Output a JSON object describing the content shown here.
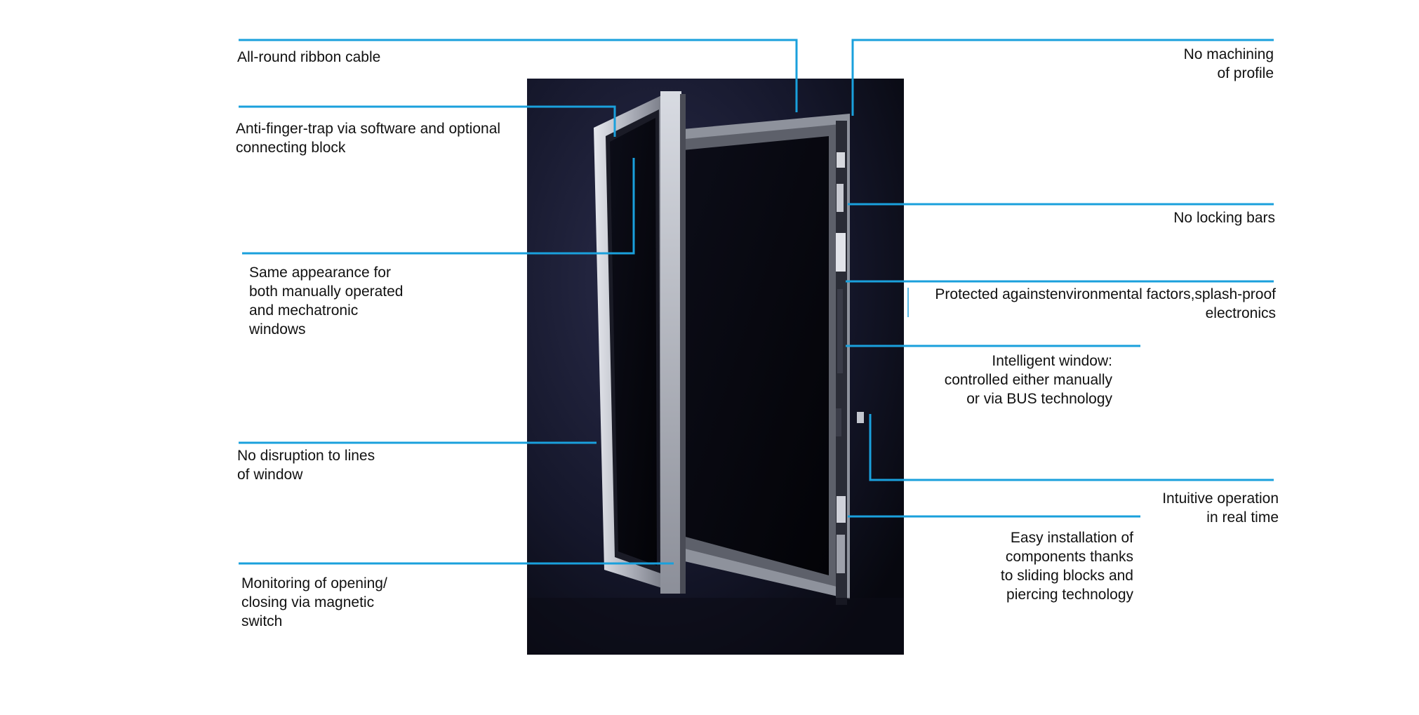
{
  "colors": {
    "leader_line": "#1aa0dc",
    "photo_background": "#121428",
    "frame_metal": "#b9bcc4",
    "glass": "#05060c"
  },
  "photo": {
    "subject": "window-photo"
  },
  "callouts": [
    {
      "id": "ribbon-cable",
      "lines": [
        "All-round ribbon cable"
      ]
    },
    {
      "id": "anti-finger-trap",
      "lines": [
        "Anti-finger-trap via software and optional",
        "connecting block"
      ]
    },
    {
      "id": "same-appearance",
      "lines": [
        "Same appearance for",
        "both manually operated",
        "and mechatronic",
        "windows"
      ]
    },
    {
      "id": "no-disruption",
      "lines": [
        "No disruption to lines",
        "of window"
      ]
    },
    {
      "id": "monitoring",
      "lines": [
        "Monitoring of opening/",
        "closing via magnetic",
        "switch"
      ]
    },
    {
      "id": "no-machining",
      "lines": [
        "No machining",
        "of profile"
      ]
    },
    {
      "id": "no-locking-bars",
      "lines": [
        "No locking bars"
      ]
    },
    {
      "id": "protected",
      "lines": [
        "Protected againstenvironmental factors,splash-proof",
        "electronics"
      ]
    },
    {
      "id": "intelligent-window",
      "lines": [
        "Intelligent window:",
        "controlled either manually",
        "or via BUS technology"
      ]
    },
    {
      "id": "intuitive-operation",
      "lines": [
        "Intuitive operation",
        "in real time"
      ]
    },
    {
      "id": "easy-installation",
      "lines": [
        "Easy installation of",
        "components thanks",
        "to sliding blocks and",
        "piercing technology"
      ]
    }
  ]
}
